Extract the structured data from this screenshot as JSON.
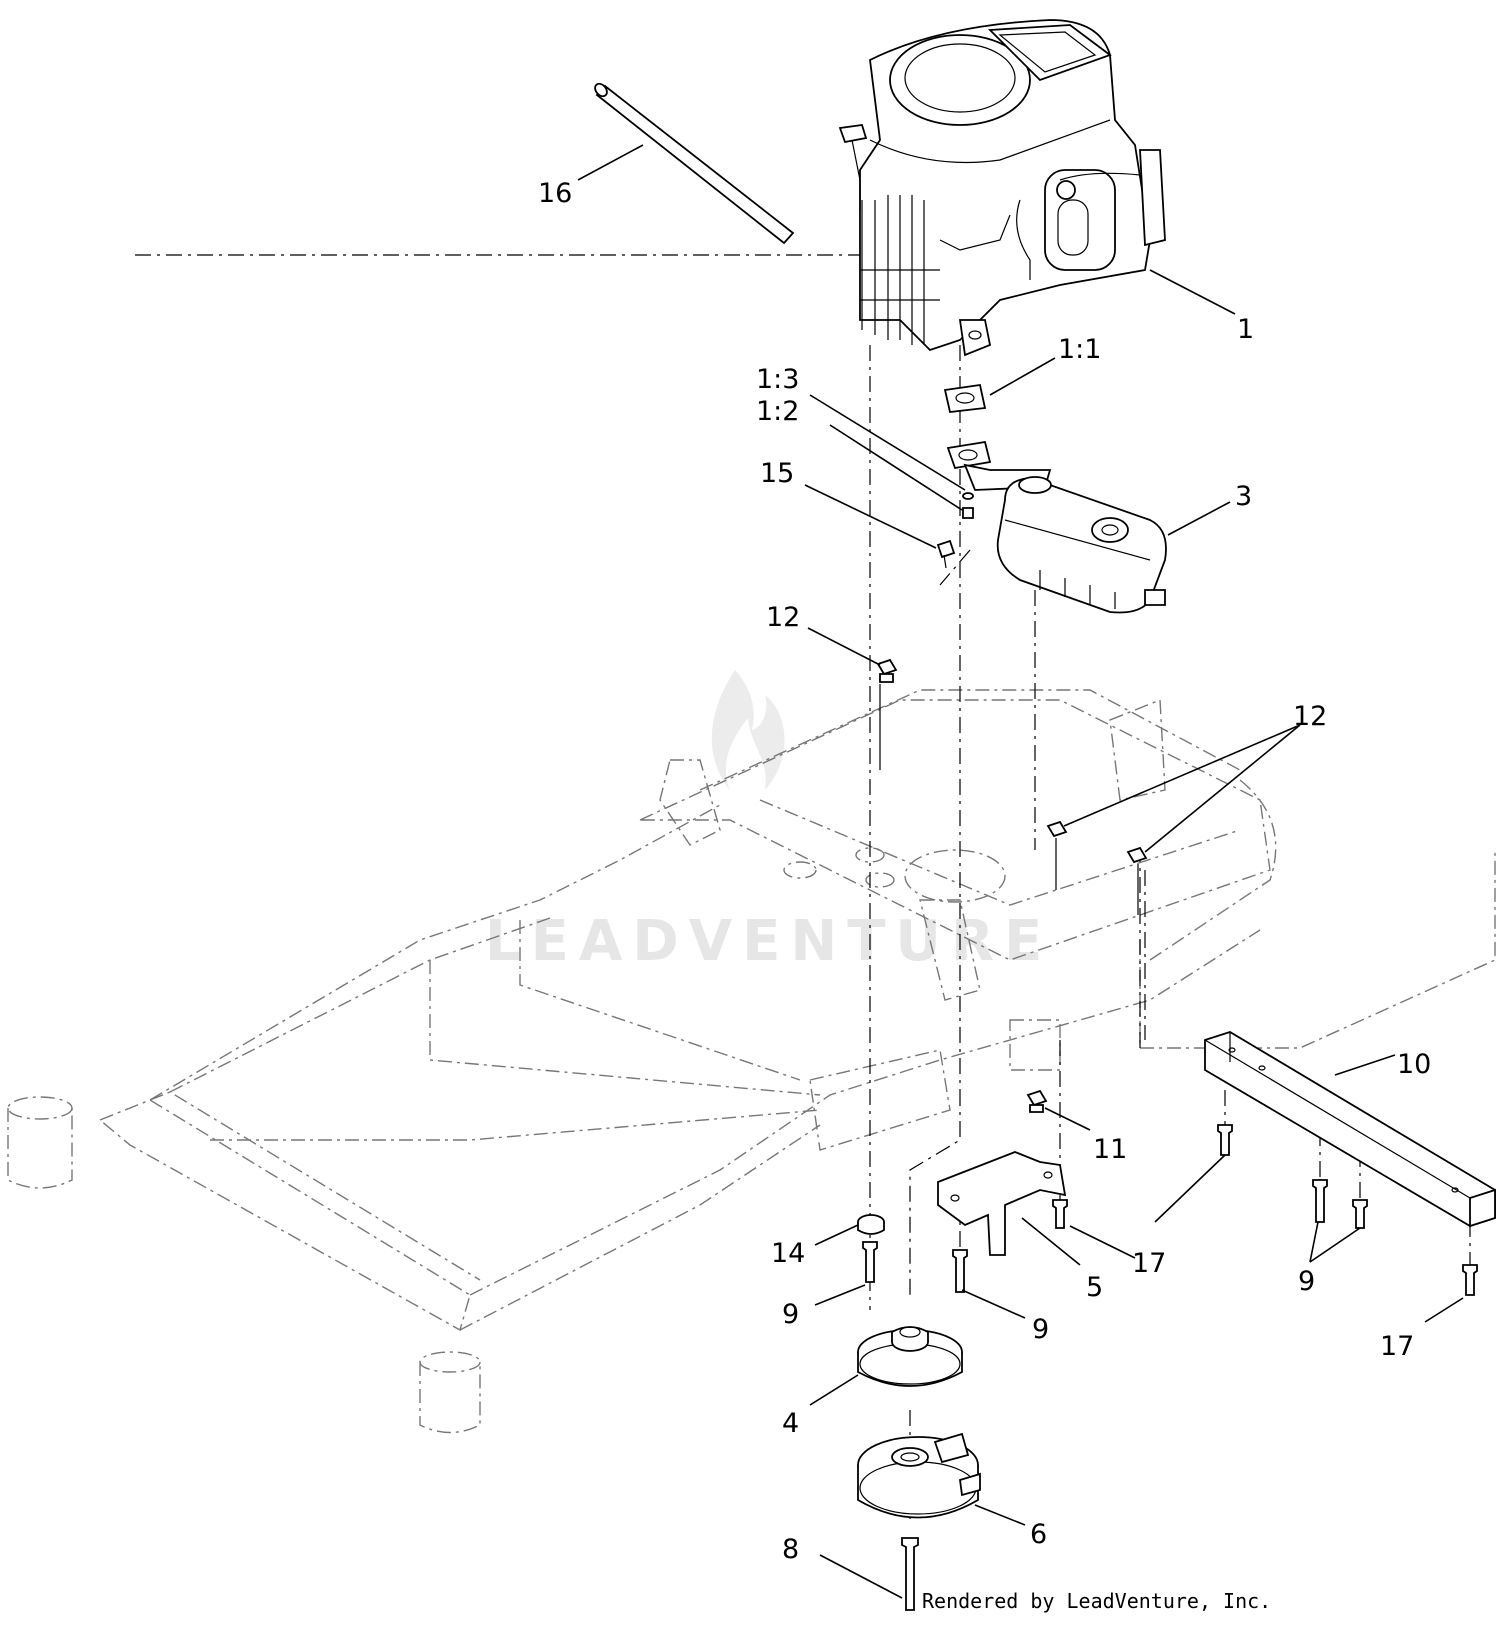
{
  "diagram": {
    "watermark": "LEADVENTURE",
    "credit": "Rendered by LeadVenture, Inc.",
    "callouts": [
      {
        "id": "c16",
        "label": "16"
      },
      {
        "id": "c1",
        "label": "1"
      },
      {
        "id": "c1-1",
        "label": "1:1"
      },
      {
        "id": "c1-3",
        "label": "1:3"
      },
      {
        "id": "c1-2",
        "label": "1:2"
      },
      {
        "id": "c15",
        "label": "15"
      },
      {
        "id": "c3",
        "label": "3"
      },
      {
        "id": "c12a",
        "label": "12"
      },
      {
        "id": "c12b",
        "label": "12"
      },
      {
        "id": "c10",
        "label": "10"
      },
      {
        "id": "c11",
        "label": "11"
      },
      {
        "id": "c17a",
        "label": "17"
      },
      {
        "id": "c14",
        "label": "14"
      },
      {
        "id": "c9a",
        "label": "9"
      },
      {
        "id": "c5",
        "label": "5"
      },
      {
        "id": "c9b",
        "label": "9"
      },
      {
        "id": "c9c",
        "label": "9"
      },
      {
        "id": "c17b",
        "label": "17"
      },
      {
        "id": "c4",
        "label": "4"
      },
      {
        "id": "c6",
        "label": "6"
      },
      {
        "id": "c8",
        "label": "8"
      }
    ]
  }
}
